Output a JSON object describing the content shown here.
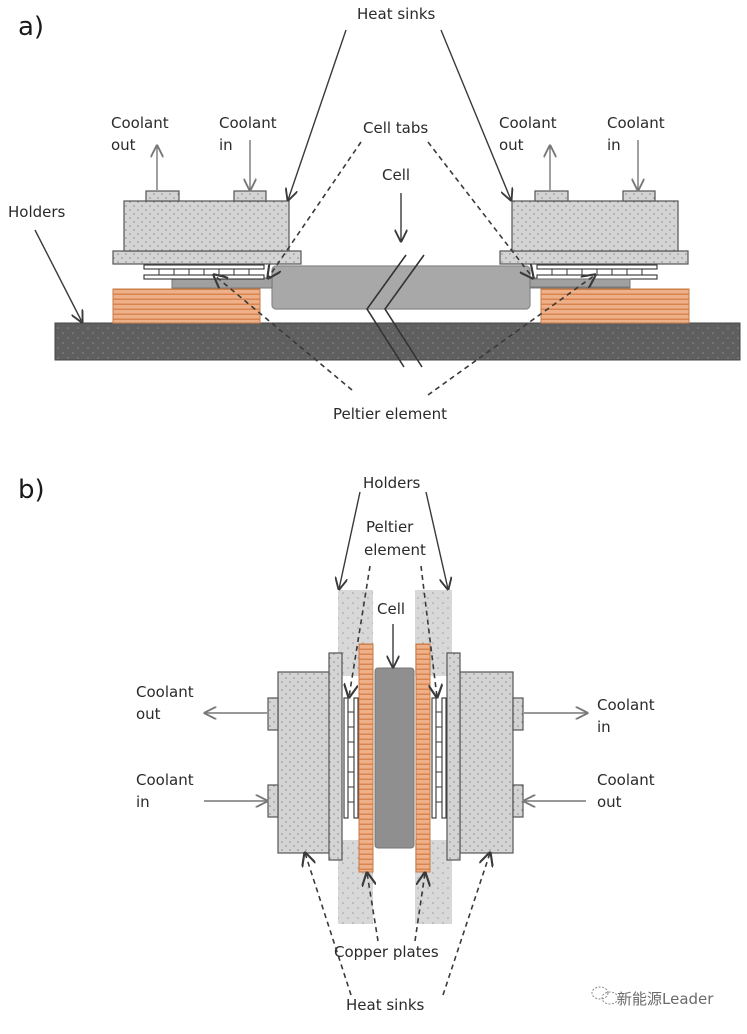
{
  "figure": {
    "panel_a": {
      "label": "a)",
      "labels": {
        "heat_sinks": "Heat sinks",
        "coolant_out_left_1": "Coolant",
        "coolant_out_left_2": "out",
        "coolant_in_left_1": "Coolant",
        "coolant_in_left_2": "in",
        "cell_tabs": "Cell tabs",
        "cell": "Cell",
        "coolant_out_right_1": "Coolant",
        "coolant_out_right_2": "out",
        "coolant_in_right_1": "Coolant",
        "coolant_in_right_2": "in",
        "holders": "Holders",
        "peltier_element": "Peltier element"
      }
    },
    "panel_b": {
      "label": "b)",
      "labels": {
        "holders": "Holders",
        "peltier_1": "Peltier",
        "peltier_2": "element",
        "cell": "Cell",
        "coolant_out_left_1": "Coolant",
        "coolant_out_left_2": "out",
        "coolant_in_left_1": "Coolant",
        "coolant_in_left_2": "in",
        "coolant_in_right_1": "Coolant",
        "coolant_in_right_2": "in",
        "coolant_out_right_1": "Coolant",
        "coolant_out_right_2": "out",
        "copper_plates": "Copper plates",
        "heat_sinks": "Heat sinks"
      }
    },
    "watermark": "新能源Leader",
    "colors": {
      "heat_sink": "#d2d2d2",
      "holder_a": "#5e5e5e",
      "holder_b": "#d6d6d6",
      "copper": "#e8a070",
      "cell": "#a8a8a8"
    }
  }
}
